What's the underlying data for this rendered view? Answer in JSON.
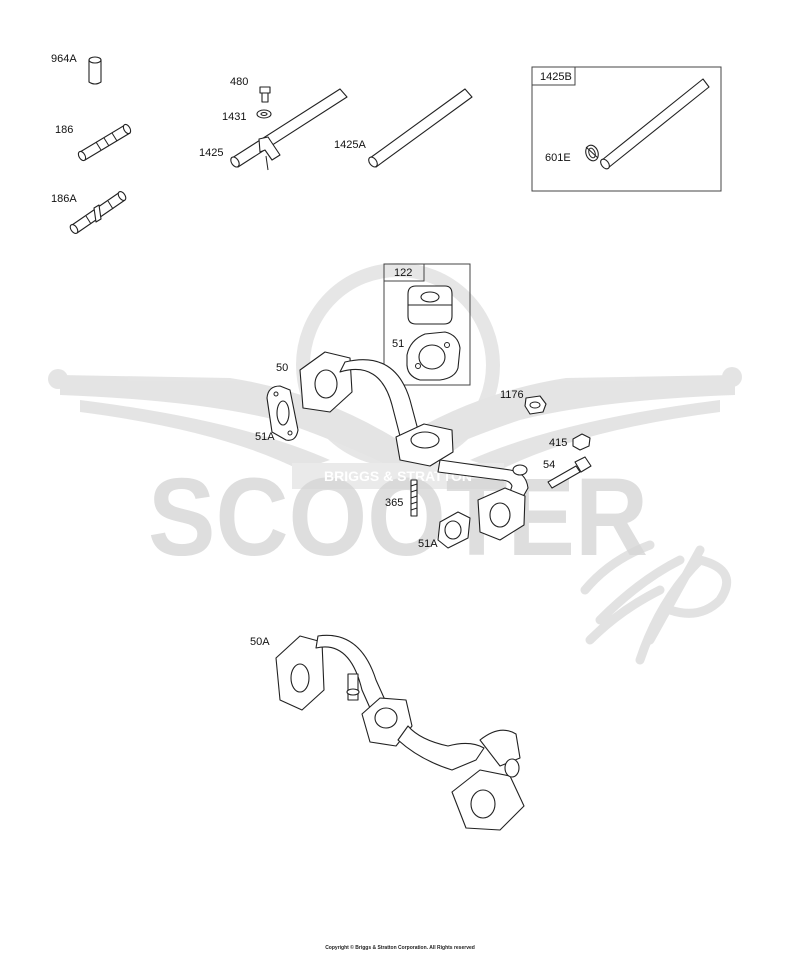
{
  "labels": {
    "p964A": "964A",
    "p186": "186",
    "p186A": "186A",
    "p480": "480",
    "p1431": "1431",
    "p1425": "1425",
    "p1425A": "1425A",
    "p1425B": "1425B",
    "p601E": "601E",
    "p122": "122",
    "p51": "51",
    "p50": "50",
    "p51A_left": "51A",
    "p1176": "1176",
    "p415": "415",
    "p54": "54",
    "p365": "365",
    "p51A_right": "51A",
    "p50A": "50A"
  },
  "watermark": {
    "brand_text": "SCOOTER",
    "script_text": "zip",
    "emblem_text": "BRIGGS & STRATTON"
  },
  "copyright": "Copyright © Briggs & Stratton Corporation. All Rights reserved"
}
